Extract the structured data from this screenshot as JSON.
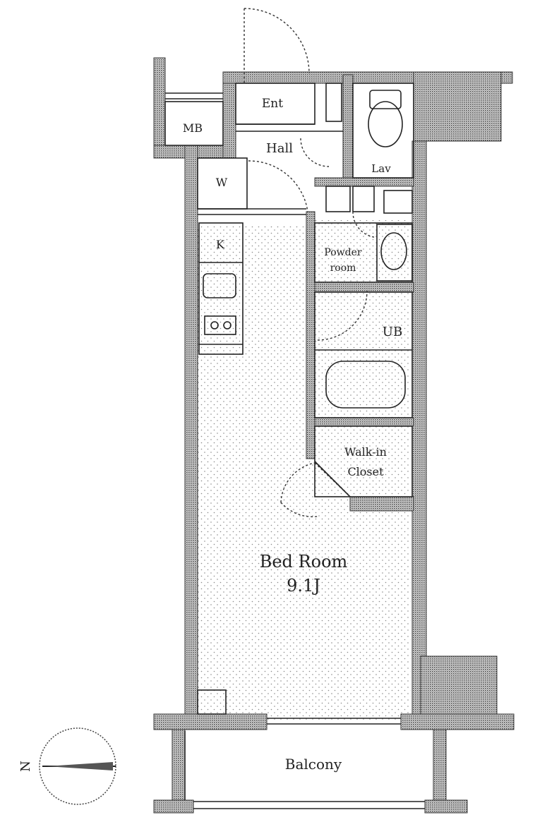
{
  "labels": {
    "mb": "MB",
    "ent": "Ent",
    "hall": "Hall",
    "w": "W",
    "k": "K",
    "lav": "Lav",
    "powder_line1": "Powder",
    "powder_line2": "room",
    "ub": "UB",
    "wic_line1": "Walk-in",
    "wic_line2": "Closet",
    "bedroom_line1": "Bed Room",
    "bedroom_line2": "9.1J",
    "balcony": "Balcony",
    "north": "N"
  },
  "colors": {
    "wall": "#6e6e6e",
    "line": "#222222",
    "floor_dot": "#8a8a8a"
  }
}
